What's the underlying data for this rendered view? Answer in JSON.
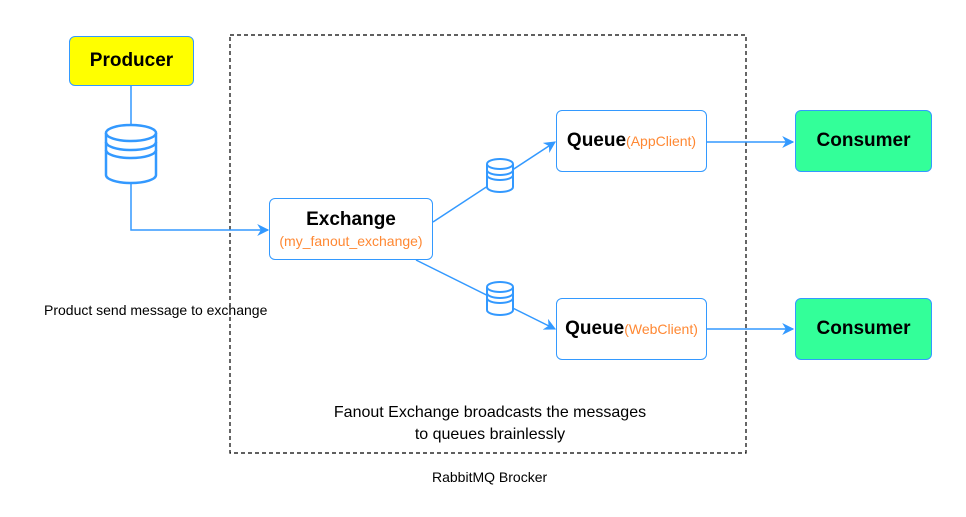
{
  "producer": {
    "label": "Producer"
  },
  "exchange": {
    "label": "Exchange",
    "name": "(my_fanout_exchange)"
  },
  "queues": [
    {
      "label": "Queue",
      "client": "(AppClient)"
    },
    {
      "label": "Queue",
      "client": "(WebClient)"
    }
  ],
  "consumers": [
    {
      "label": "Consumer"
    },
    {
      "label": "Consumer"
    }
  ],
  "captions": {
    "producer_action": "Product send message to exchange",
    "fanout_line1": "Fanout Exchange broadcasts the messages",
    "fanout_line2": "to queues brainlessly",
    "broker": "RabbitMQ Brocker"
  },
  "colors": {
    "edge": "#3399ff",
    "producer_fill": "#ffff00",
    "consumer_fill": "#33ff99",
    "subtitle_text": "#ff8833"
  }
}
